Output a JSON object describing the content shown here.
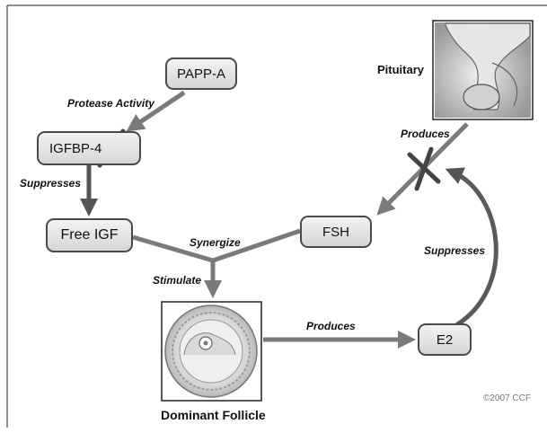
{
  "nodes": {
    "pappa": "PAPP-A",
    "igfbp4": "IGFBP-4",
    "free_igf": "Free IGF",
    "fsh": "FSH",
    "e2": "E2"
  },
  "captions": {
    "pituitary": "Pituitary",
    "follicle": "Dominant Follicle"
  },
  "edge_labels": {
    "protease": "Protease Activity",
    "suppresses_left": "Suppresses",
    "synergize": "Synergize",
    "stimulate": "Stimulate",
    "produces_pituitary": "Produces",
    "produces_follicle": "Produces",
    "suppresses_right": "Suppresses"
  },
  "copyright": "©2007 CCF",
  "colors": {
    "arrow": "#7a7a7a",
    "dark_arrow": "#5a5a5a",
    "box_border": "#4a4a4a"
  }
}
